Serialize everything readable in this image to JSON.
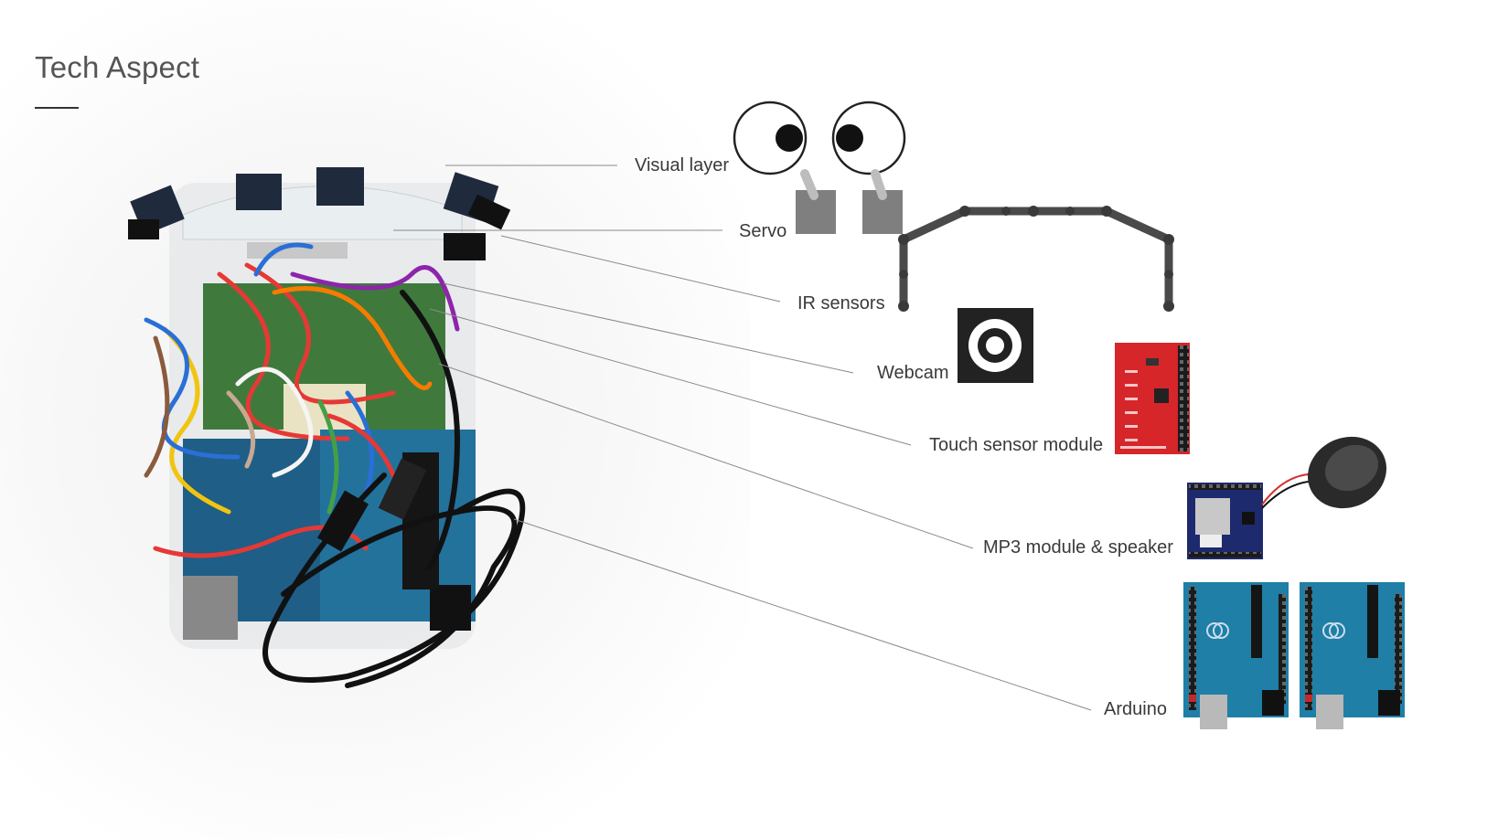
{
  "page": {
    "title": "Tech Aspect"
  },
  "labels": {
    "visual_layer": "Visual layer",
    "servo": "Servo",
    "ir_sensors": "IR sensors",
    "webcam": "Webcam",
    "touch_sensor": "Touch sensor module",
    "mp3": "MP3 module & speaker",
    "arduino": "Arduino"
  },
  "colors": {
    "leader_line": "#8a8a8a",
    "servo_gray": "#7f7f7f",
    "sensor_red": "#d6262a",
    "arduino_blue": "#1f7fa6",
    "mp3_board": "#1e2a6e"
  },
  "icons": [
    "eyes-icon",
    "servo-icon",
    "ir-sensor-arc-icon",
    "webcam-icon",
    "touch-sensor-board-icon",
    "mp3-module-icon",
    "speaker-icon",
    "arduino-board-icon"
  ]
}
